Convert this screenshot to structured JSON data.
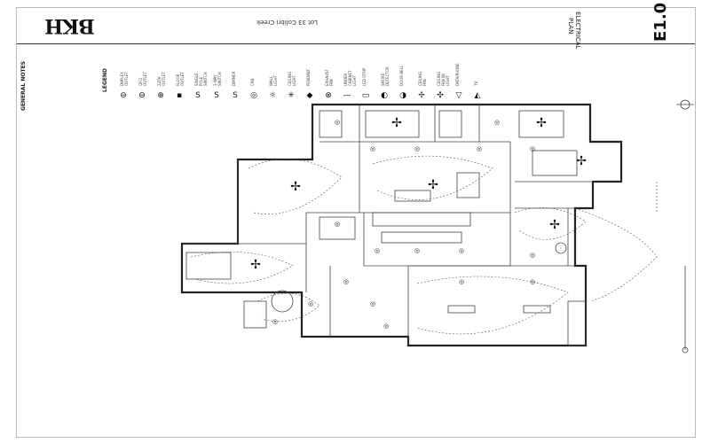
{
  "sheet": {
    "logo_text": "BKH",
    "project_line": "Lot 33 Colibri Creek",
    "sheet_title": "ELECTRICAL PLAN",
    "sheet_number": "E1.0",
    "general_notes_title": "GENERAL NOTES",
    "legend_title": "LEGEND",
    "scale_label": "ELECTRICAL PLAN"
  },
  "legend": {
    "items": [
      {
        "label": "DUPLEX OUTLET",
        "icon": "duplex-outlet-icon",
        "glyph": "⊖"
      },
      {
        "label": "GFCI OUTLET",
        "icon": "gfci-outlet-icon",
        "glyph": "⊖"
      },
      {
        "label": "220V OUTLET",
        "icon": "220v-outlet-icon",
        "glyph": "⊕"
      },
      {
        "label": "FLOOR OUTLET",
        "icon": "floor-outlet-icon",
        "glyph": "▪"
      },
      {
        "label": "SINGLE POLE SWITCH",
        "icon": "switch-icon",
        "glyph": "S"
      },
      {
        "label": "3-WAY SWITCH",
        "icon": "3way-switch-icon",
        "glyph": "S"
      },
      {
        "label": "DIMMER",
        "icon": "dimmer-icon",
        "glyph": "S"
      },
      {
        "label": "CAN",
        "icon": "can-light-icon",
        "glyph": "◎"
      },
      {
        "label": "WALL LIGHT",
        "icon": "wall-light-icon",
        "glyph": "☼"
      },
      {
        "label": "CEILING LIGHT",
        "icon": "ceiling-light-icon",
        "glyph": "✳"
      },
      {
        "label": "PENDANT",
        "icon": "pendant-icon",
        "glyph": "◆"
      },
      {
        "label": "EXHAUST FAN",
        "icon": "exhaust-fan-icon",
        "glyph": "⊗"
      },
      {
        "label": "UNDER CABINET LIGHT",
        "icon": "under-cabinet-icon",
        "glyph": "—"
      },
      {
        "label": "LED STRIP",
        "icon": "led-strip-icon",
        "glyph": "▭"
      },
      {
        "label": "SMOKE DETECTOR",
        "icon": "smoke-detector-icon",
        "glyph": "◐"
      },
      {
        "label": "DOOR BELL",
        "icon": "door-bell-icon",
        "glyph": "◑"
      },
      {
        "label": "CEILING FAN",
        "icon": "ceiling-fan-icon",
        "glyph": "✢"
      },
      {
        "label": "CEILING FAN W/ LIGHT",
        "icon": "ceiling-fan-light-icon",
        "glyph": "✣"
      },
      {
        "label": "DATA/PHONE",
        "icon": "data-icon",
        "glyph": "▽"
      },
      {
        "label": "TV",
        "icon": "tv-icon",
        "glyph": "◭"
      }
    ]
  }
}
